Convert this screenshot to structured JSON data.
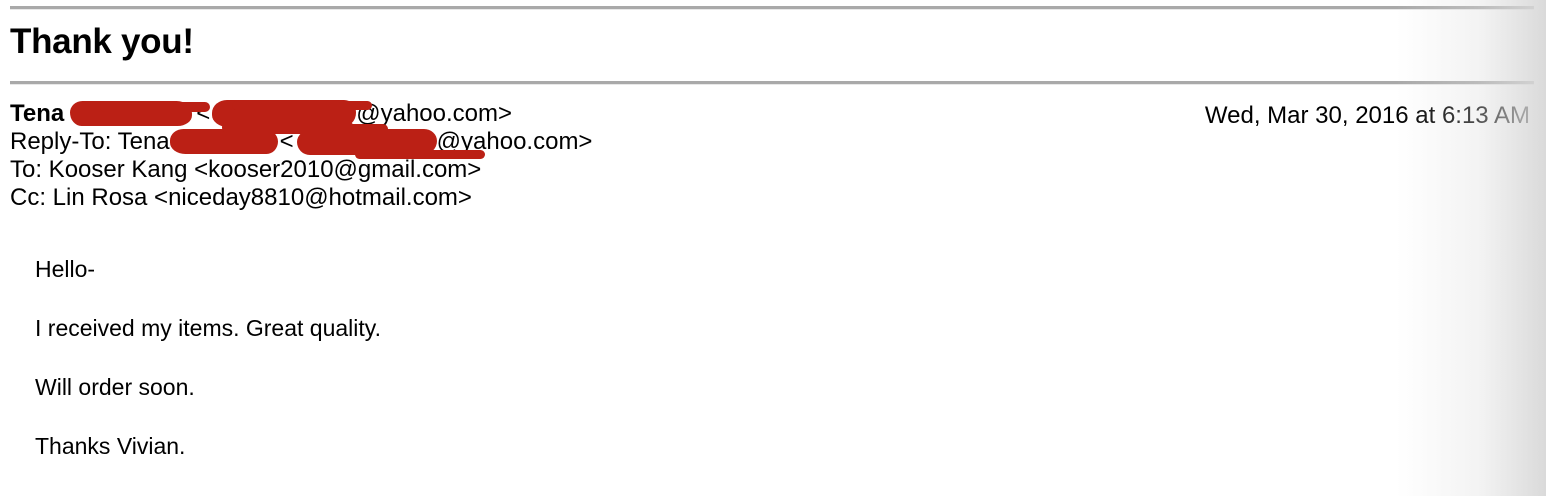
{
  "message": {
    "subject": "Thank you!",
    "date": "Wed, Mar 30, 2016 at 6:13 AM",
    "from": {
      "name": "Tena",
      "name_redacted": true,
      "address_local_redacted": true,
      "address_domain": "@yahoo.com>",
      "open_bracket": "<"
    },
    "reply_to": {
      "label": "Reply-To: Tena",
      "name_redacted": true,
      "open_bracket": "<",
      "address_local_redacted": true,
      "address_domain": "@yahoo.com>"
    },
    "to": "To: Kooser Kang <kooser2010@gmail.com>",
    "cc": "Cc: Lin Rosa <niceday8810@hotmail.com>",
    "body": [
      "Hello-",
      "I received my items. Great quality.",
      "Will order soon.",
      "Thanks Vivian."
    ]
  },
  "style": {
    "redaction_color": "#bb2015",
    "rule_color": "#a9a9a9",
    "text_color": "#000000",
    "background": "#ffffff"
  }
}
